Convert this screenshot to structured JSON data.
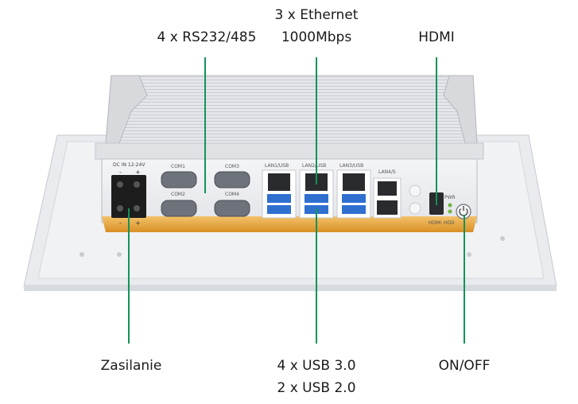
{
  "labels": {
    "rs232": "4 x RS232/485",
    "ethernet_line1": "3 x Ethernet",
    "ethernet_line2": "1000Mbps",
    "hdmi": "HDMI",
    "power": "Zasilanie",
    "usb_line1": "4 x USB 3.0",
    "usb_line2": "2 x USB 2.0",
    "onoff": "ON/OFF"
  },
  "panel_text": {
    "dc_in": "DC IN 12-24V",
    "minus": "-",
    "plus": "+",
    "com1": "COM1",
    "com2": "COM2",
    "com3": "COM3",
    "com4": "COM4",
    "lan1": "LAN1/USB",
    "lan2": "LAN2/USB",
    "lan3": "LAN3/USB",
    "lan4": "LAN4/S",
    "hdmi_port": "HDMI",
    "pwr": "PWR",
    "hdd": "HDD"
  },
  "colors": {
    "leader_line": "#14935a",
    "usb_blue": "#2f6fd0",
    "accent_orange": "#e9a53a"
  }
}
